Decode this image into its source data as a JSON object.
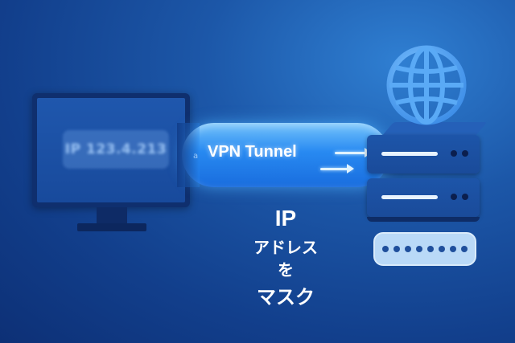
{
  "monitor": {
    "ip_text": "IP 123.4.213"
  },
  "tunnel": {
    "label": "VPN Tunnel",
    "mini_text": "a"
  },
  "caption": {
    "line1": "IP",
    "line2": "アドレス",
    "line3": "を",
    "line4": "マスク"
  },
  "password": {
    "dots": 8
  },
  "icons": {
    "globe": "globe-icon",
    "server": "server-icon",
    "monitor": "monitor-icon"
  },
  "colors": {
    "background": "#1c57a8",
    "tunnel": "#2f8ff0",
    "pill": "#b9d9f7"
  }
}
